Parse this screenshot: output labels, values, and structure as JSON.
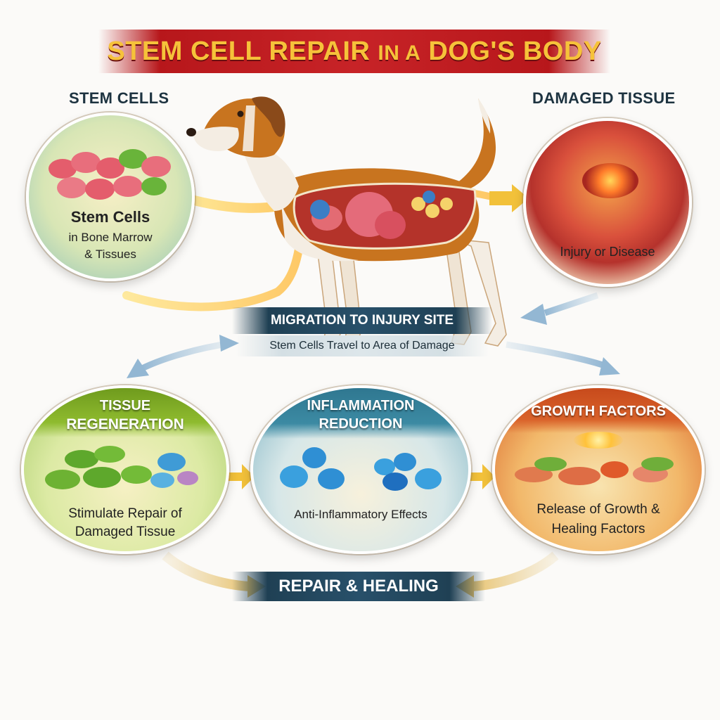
{
  "title": {
    "part1": "STEM CELL REPAIR",
    "part2": "IN A",
    "part3": "DOG'S BODY"
  },
  "headings": {
    "stem_cells": "STEM CELLS",
    "damaged_tissue": "DAMAGED TISSUE"
  },
  "stem_circle": {
    "line1": "Stem Cells",
    "line2": "in Bone Marrow",
    "line3": "& Tissues"
  },
  "damaged_circle": {
    "label": "Injury or Disease"
  },
  "migration": {
    "title": "MIGRATION TO INJURY SITE",
    "subtitle": "Stem Cells Travel to Area of Damage"
  },
  "regeneration": {
    "head1": "TISSUE",
    "head2": "REGENERATION",
    "line1": "Stimulate Repair of",
    "line2": "Damaged Tissue"
  },
  "inflammation": {
    "head1": "INFLAMMATION",
    "head2": "REDUCTION",
    "label": "Anti-Inflammatory Effects"
  },
  "growth": {
    "head": "GROWTH FACTORS",
    "line1": "Release of Growth &",
    "line2": "Healing Factors"
  },
  "repair": {
    "label": "REPAIR & HEALING"
  },
  "colors": {
    "title_bg": "#c72327",
    "title_text": "#f6c23a",
    "banner_bg": "#28506a",
    "arrow_yellow": "#f2c13a",
    "arrow_blue": "#9fbfd8"
  }
}
